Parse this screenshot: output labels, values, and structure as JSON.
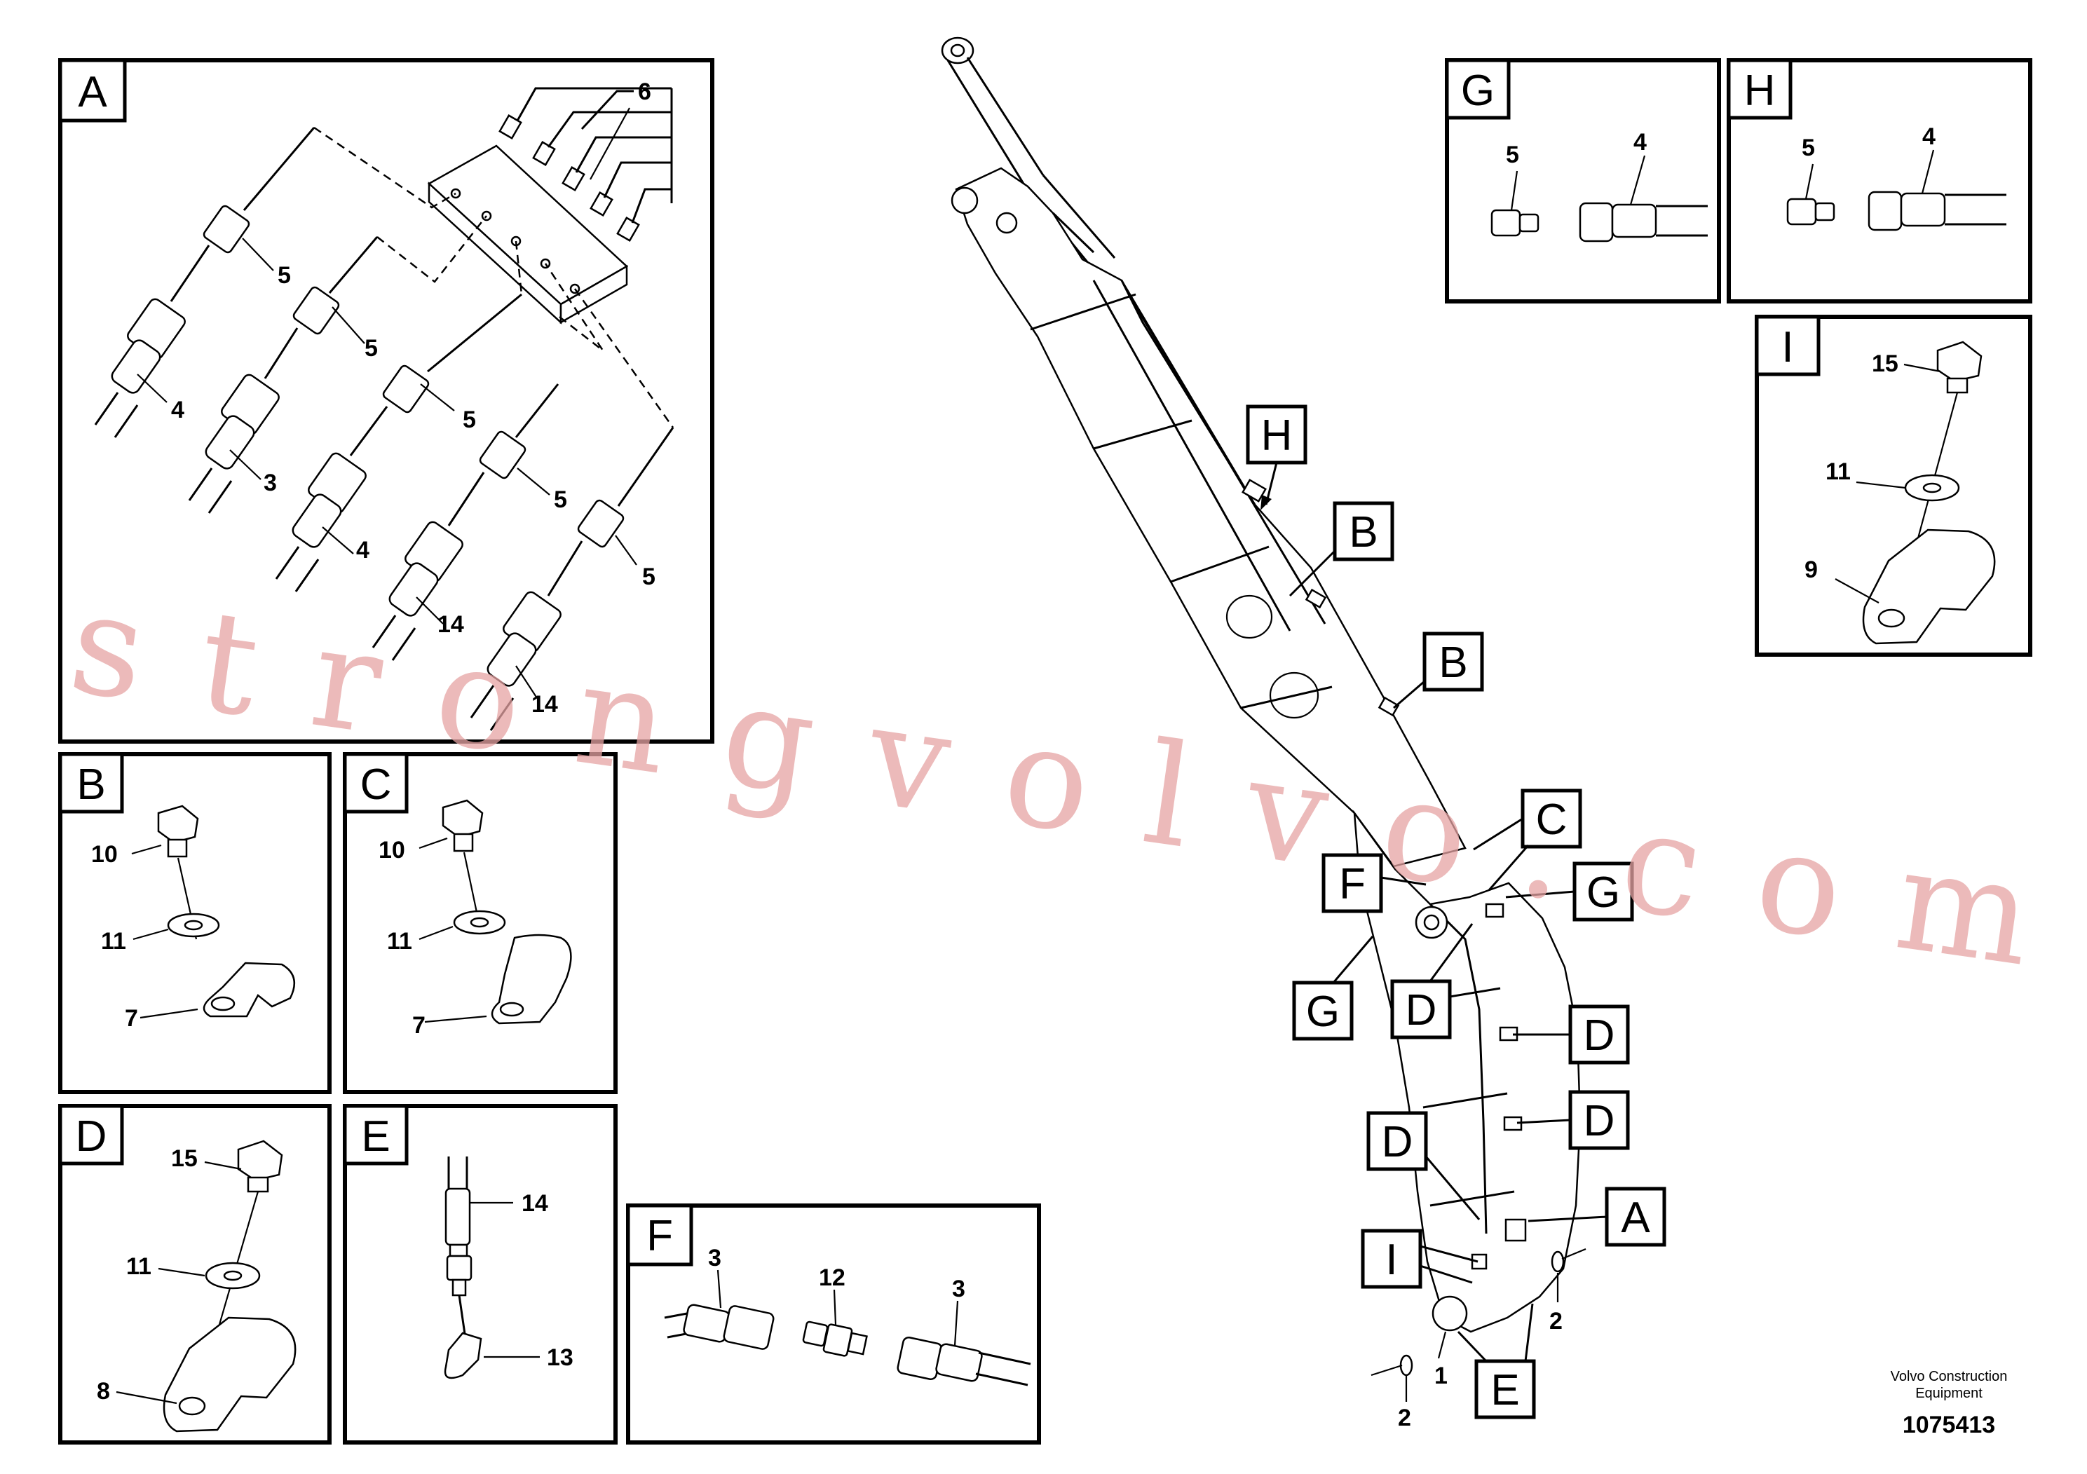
{
  "panels": {
    "A": {
      "letter": "A",
      "labels": [
        "6",
        "5",
        "5",
        "5",
        "5",
        "5",
        "4",
        "3",
        "4",
        "14",
        "14"
      ]
    },
    "B": {
      "letter": "B",
      "labels": [
        "10",
        "11",
        "7"
      ]
    },
    "C": {
      "letter": "C",
      "labels": [
        "10",
        "11",
        "7"
      ]
    },
    "D": {
      "letter": "D",
      "labels": [
        "15",
        "11",
        "8"
      ]
    },
    "E": {
      "letter": "E",
      "labels": [
        "14",
        "13"
      ]
    },
    "F": {
      "letter": "F",
      "labels": [
        "3",
        "12",
        "3"
      ]
    },
    "G": {
      "letter": "G",
      "labels": [
        "5",
        "4"
      ]
    },
    "H": {
      "letter": "H",
      "labels": [
        "5",
        "4"
      ]
    },
    "I": {
      "letter": "I",
      "labels": [
        "15",
        "11",
        "9"
      ]
    }
  },
  "callouts": [
    "H",
    "B",
    "B",
    "C",
    "F",
    "G",
    "G",
    "D",
    "D",
    "D",
    "D",
    "A",
    "I",
    "E"
  ],
  "main_labels": [
    "2",
    "1",
    "2"
  ],
  "footer": {
    "line1": "Volvo Construction",
    "line2": "Equipment",
    "doc_number": "1075413"
  },
  "watermark": "strongvolvo.com"
}
